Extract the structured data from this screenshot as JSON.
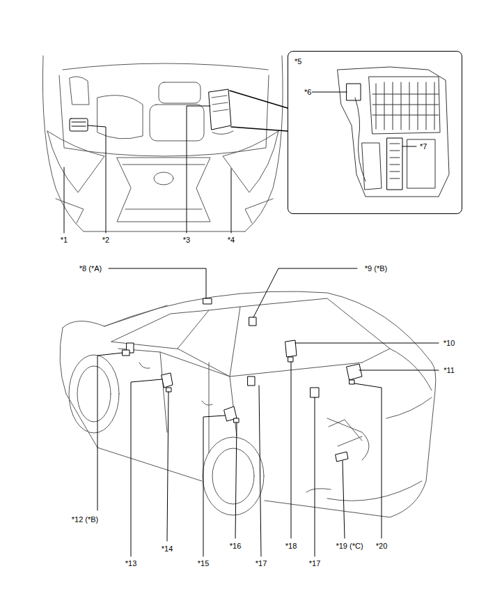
{
  "diagram": {
    "nodes": [
      {
        "text": [
          "*5",
          "*6",
          "*7"
        ]
      }
    ],
    "labels": [
      "*1",
      "*2",
      "*3",
      "*4",
      "*8 (*A)",
      "*9 (*B)",
      "*10",
      "*11",
      "*12 (*B)",
      "*13",
      "*14",
      "*15",
      "*16",
      "*17",
      "*18",
      "*17",
      "*19 (*C)",
      "*20"
    ]
  }
}
